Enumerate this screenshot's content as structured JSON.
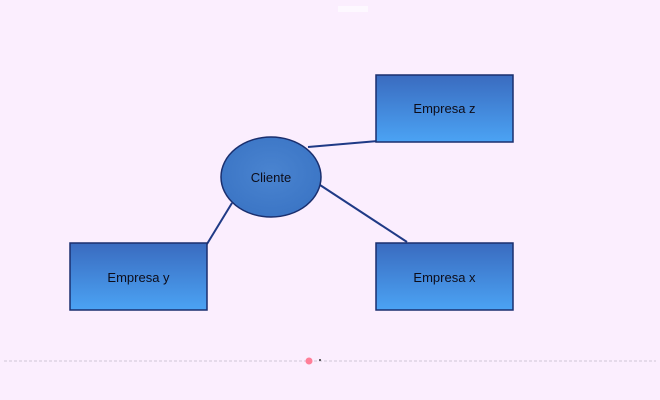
{
  "diagram": {
    "nodes": {
      "center": {
        "label": "Cliente"
      },
      "top_right": {
        "label": "Empresa z"
      },
      "bottom_left": {
        "label": "Empresa y"
      },
      "bottom_right": {
        "label": "Empresa x"
      }
    },
    "colors": {
      "background": "#fbeefe",
      "node_fill_top": "#3a6fc2",
      "node_fill_bottom": "#4aa0f2",
      "node_stroke": "#1a2f6e",
      "connector": "#1f3a86",
      "marker_dot": "#ff6f8f"
    }
  }
}
